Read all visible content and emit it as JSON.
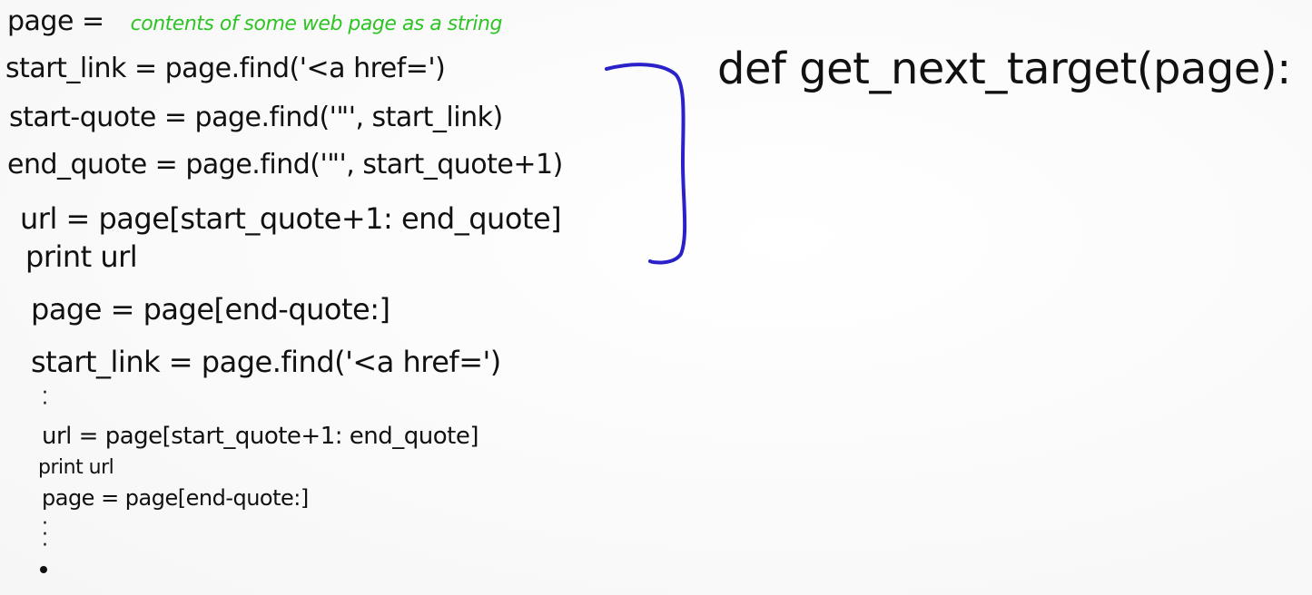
{
  "lines": {
    "page_assign": "page =",
    "page_comment": "contents of some web page as a string",
    "start_link_1": "start_link = page.find('<a href=')",
    "start_quote_1": "start-quote = page.find('\"', start_link)",
    "end_quote_1": "end_quote = page.find('\"', start_quote+1)",
    "url_1": "url = page[start_quote+1: end_quote]",
    "print_1": "print url",
    "page_update_1": "page = page[end-quote:]",
    "start_link_2": "start_link = page.find('<a href=')",
    "url_2": "url = page[start_quote+1: end_quote]",
    "print_2": "print url",
    "page_update_2": "page = page[end-quote:]"
  },
  "function_def": "def get_next_target(page):",
  "colors": {
    "ink": "#111111",
    "comment": "#2fc425",
    "brace": "#2a22c8"
  }
}
